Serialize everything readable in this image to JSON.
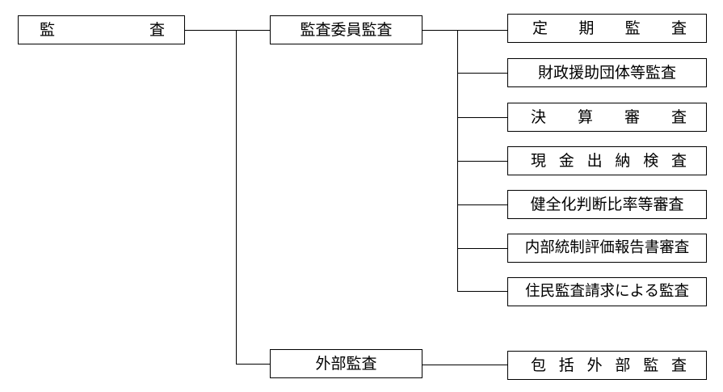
{
  "root": {
    "label": "監　　　　　　査"
  },
  "branches": [
    {
      "label": "監査委員監査",
      "children": [
        "定 期 監 査",
        "財政援助団体等監査",
        "決 算 審 査",
        "現 金 出 納 検 査",
        "健全化判断比率等審査",
        "内部統制評価報告書審査",
        "住民監査請求による監査"
      ]
    },
    {
      "label": "外部監査",
      "children": [
        "包 括 外 部 監 査"
      ]
    }
  ],
  "colors": {
    "line": "#000000",
    "box_border": "#000000",
    "background": "#ffffff"
  }
}
